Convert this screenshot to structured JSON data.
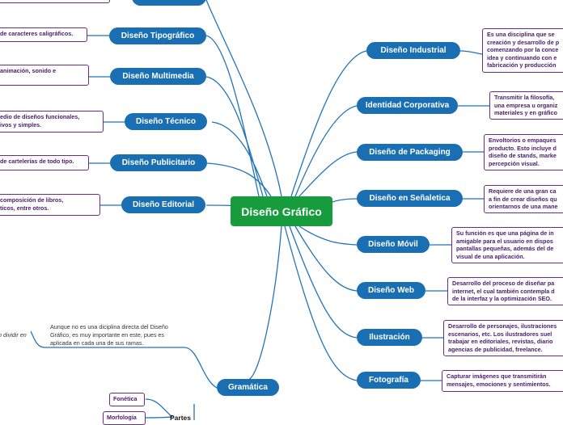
{
  "central": "Diseño Gráfico",
  "left_topics": [
    {
      "label": "Diseño Tipográfico",
      "note": "de caracteres caligráficos."
    },
    {
      "label": "Diseño Multimedia",
      "note": "animación, sonido e"
    },
    {
      "label": "Diseño Técnico",
      "note": "edio de diseños funcionales,\nivos y simples."
    },
    {
      "label": "Diseño Publicitario",
      "note": "de cartelerías de todo tipo."
    },
    {
      "label": "Diseño Editorial",
      "note": "composición de libros,\nticos, entre otros."
    }
  ],
  "right_topics": [
    {
      "label": "Diseño Industrial",
      "note": "Es una disciplina que se\ncreación y desarrollo de p\ncomenzando por la conce\nidea y continuando con e\nfabricación y producción"
    },
    {
      "label": "Identidad Corporativa",
      "note": "Transmitir la filosofía,\nuna empresa u organiz\nmateriales y en gráfico"
    },
    {
      "label": "Diseño de Packaging",
      "note": "Envoltorios o empaques\nproducto. Esto incluye d\ndiseño de stands, marke\npercepción visual."
    },
    {
      "label": "Diseño en Señaletica",
      "note": "Requiere de una gran ca\na fin de crear diseños qu\norientarnos de una mane"
    },
    {
      "label": "Diseño Móvil",
      "note": "Su función es que una página de in\namigable para el usuario en dispos\npantallas pequeñas, además del de\nvisual de una aplicación."
    },
    {
      "label": "Diseño Web",
      "note": "Desarrollo del proceso de diseñar pa\ninternet, el cual también contempla d\nde la interfaz y la optimización SEO."
    },
    {
      "label": "Ilustración",
      "note": "Desarrollo de personajes, ilustraciones\nescenarios, etc. Los ilustradores suel\ntrabajar en editoriales, revistas, diario\nagencias de publicidad, freelance."
    },
    {
      "label": "Fotografía",
      "note": "Capturar imágenes que transmitirán\nmensajes, emociones y sentimientos."
    }
  ],
  "grammar": {
    "label": "Gramática",
    "description": "Aunque no es una diciplina directa del Diseño\nGráfico, es muy importante en este, pues es\naplicada en cada una de sus ramas.",
    "left_fragment": "n dividir en",
    "parts_label": "Partes",
    "parts": [
      "Fonética",
      "Morfología"
    ]
  }
}
